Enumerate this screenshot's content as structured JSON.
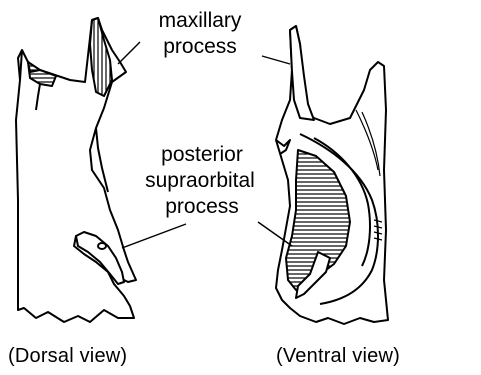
{
  "labels": {
    "maxillary_line1": "maxillary",
    "maxillary_line2": "process",
    "posterior_line1": "posterior",
    "posterior_line2": "supraorbital",
    "posterior_line3": "process"
  },
  "captions": {
    "dorsal": "(Dorsal view)",
    "ventral": "(Ventral view)"
  },
  "colors": {
    "ink": "#000000",
    "paper": "#ffffff"
  }
}
